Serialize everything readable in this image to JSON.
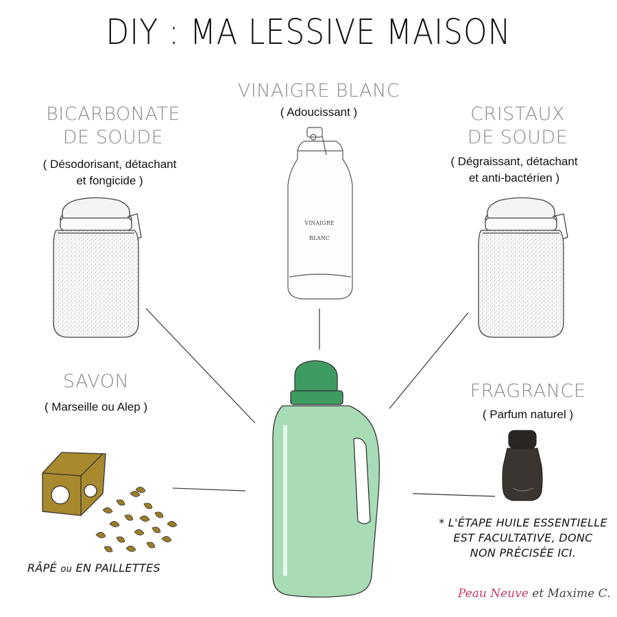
{
  "title": "DIY : MA LESSIVE MAISON",
  "items": {
    "bicarbonate": {
      "head_line1": "BICARBONATE",
      "head_line2": "DE SOUDE",
      "sub_line1": "( Désodorisant, détachant",
      "sub_line2": "et fongicide )"
    },
    "vinaigre": {
      "head": "VINAIGRE BLANC",
      "sub": "( Adoucissant )",
      "bottle_label_line1": "VINAIGRE",
      "bottle_label_line2": "BLANC"
    },
    "cristaux": {
      "head_line1": "CRISTAUX",
      "head_line2": "DE SOUDE",
      "sub_line1": "( Dégraissant, détachant",
      "sub_line2": "et anti-bactérien )"
    },
    "savon": {
      "head": "SAVON",
      "sub": "( Marseille ou Alep )",
      "caption_a": "RÂPÉ",
      "caption_or": "ou",
      "caption_b": "EN PAILLETTES"
    },
    "fragrance": {
      "head": "FRAGRANCE",
      "sub": "( Parfum naturel )"
    }
  },
  "footnote": {
    "line1": "* L'ÉTAPE HUILE ESSENTIELLE",
    "line2": "EST FACULTATIVE, DONC",
    "line3": "NON PRÉCISÉE ICI."
  },
  "signature": {
    "part1": "Peau Neuve",
    "part2": "et Maxime C."
  },
  "colors": {
    "bottle_green": "#a8dcb7",
    "cap_green": "#3e9c63",
    "soap": "#a8892e",
    "fragrance": "#3a3530"
  }
}
